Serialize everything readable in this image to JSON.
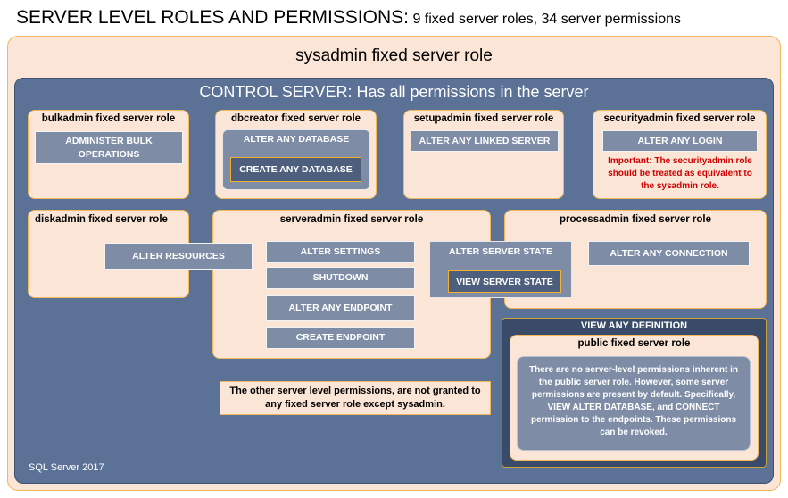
{
  "title": {
    "main": "SERVER LEVEL ROLES AND PERMISSIONS:",
    "sub": " 9 fixed server roles, 34 server permissions"
  },
  "sysadmin": {
    "label": "sysadmin fixed server role"
  },
  "control_server": {
    "label": "CONTROL SERVER: Has all permissions in the server"
  },
  "bulkadmin": {
    "title": "bulkadmin fixed server role",
    "perms": [
      "ADMINISTER BULK OPERATIONS"
    ]
  },
  "dbcreator": {
    "title": "dbcreator fixed server role",
    "perms": [
      "ALTER ANY DATABASE",
      "CREATE ANY DATABASE"
    ]
  },
  "setupadmin": {
    "title": "setupadmin fixed server role",
    "perms": [
      "ALTER ANY LINKED SERVER"
    ]
  },
  "securityadmin": {
    "title": "securityadmin fixed server role",
    "perms": [
      "ALTER ANY LOGIN"
    ],
    "note": "Important: The securityadmin role should be treated as equivalent to the sysadmin role."
  },
  "diskadmin": {
    "title": "diskadmin fixed server role",
    "perms": [
      "ALTER RESOURCES"
    ]
  },
  "serveradmin": {
    "title": "serveradmin fixed server role",
    "perms": [
      "ALTER SETTINGS",
      "SHUTDOWN",
      "ALTER ANY ENDPOINT",
      "CREATE ENDPOINT",
      "ALTER SERVER STATE",
      "VIEW SERVER STATE"
    ]
  },
  "processadmin": {
    "title": "processadmin fixed server role",
    "perms": [
      "ALTER ANY CONNECTION"
    ]
  },
  "view_any_definition": {
    "label": "VIEW ANY DEFINITION"
  },
  "public": {
    "title": "public fixed server role",
    "note": "There are no server-level permissions inherent in the public server role. However, some server permissions are present by default. Specifically, VIEW ALTER DATABASE, and CONNECT permission to the endpoints. These permissions can be revoked."
  },
  "other_note": "The other server level permissions, are not granted to any fixed server role except sysadmin.",
  "version": "SQL Server 2017",
  "colors": {
    "role_fill": "#fbe5d6",
    "role_border": "#f0b85a",
    "control_fill": "#5b7196",
    "permission_fill": "#7e8ca6",
    "dark_permission_fill": "#4e5f7d",
    "warning_text": "#d10000"
  }
}
